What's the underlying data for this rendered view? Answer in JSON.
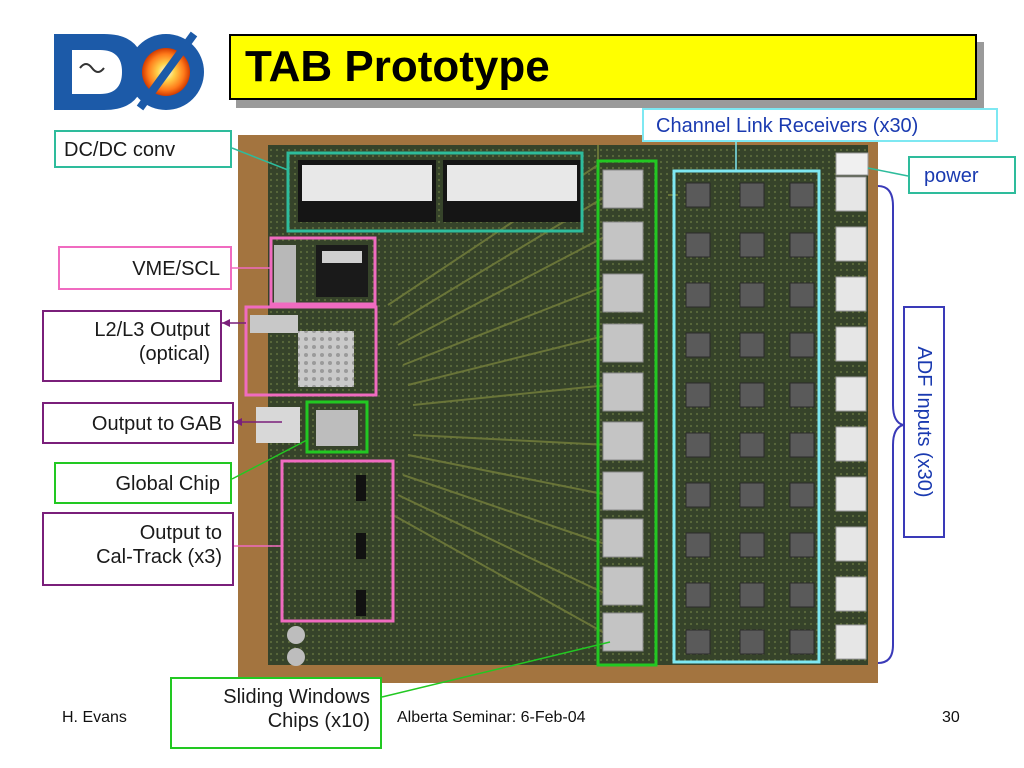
{
  "slide": {
    "title": "TAB Prototype",
    "footer": {
      "author": "H. Evans",
      "event": "Alberta Seminar: 6-Feb-04",
      "page": "30"
    },
    "logo": {
      "text": "DØ"
    }
  },
  "labels": {
    "dcdc": "DC/DC conv",
    "channel_link": "Channel Link Receivers (x30)",
    "power": "power",
    "vme": "VME/SCL",
    "l2l3_line1": "L2/L3 Output",
    "l2l3_line2": "(optical)",
    "gab": "Output to GAB",
    "global_chip": "Global Chip",
    "caltrack_line1": "Output to",
    "caltrack_line2": "Cal-Track (x3)",
    "adf": "ADF Inputs (x30)",
    "sliding_line1": "Sliding Windows",
    "sliding_line2": "Chips (x10)"
  },
  "colors": {
    "title_bg": "#ffff00",
    "teal": "#2ebc9c",
    "cyan": "#7ee8f2",
    "pink": "#f06bc0",
    "purple": "#7a1f7a",
    "green": "#22c822",
    "blue": "#3a3ab8",
    "board": "#2e3a22"
  }
}
